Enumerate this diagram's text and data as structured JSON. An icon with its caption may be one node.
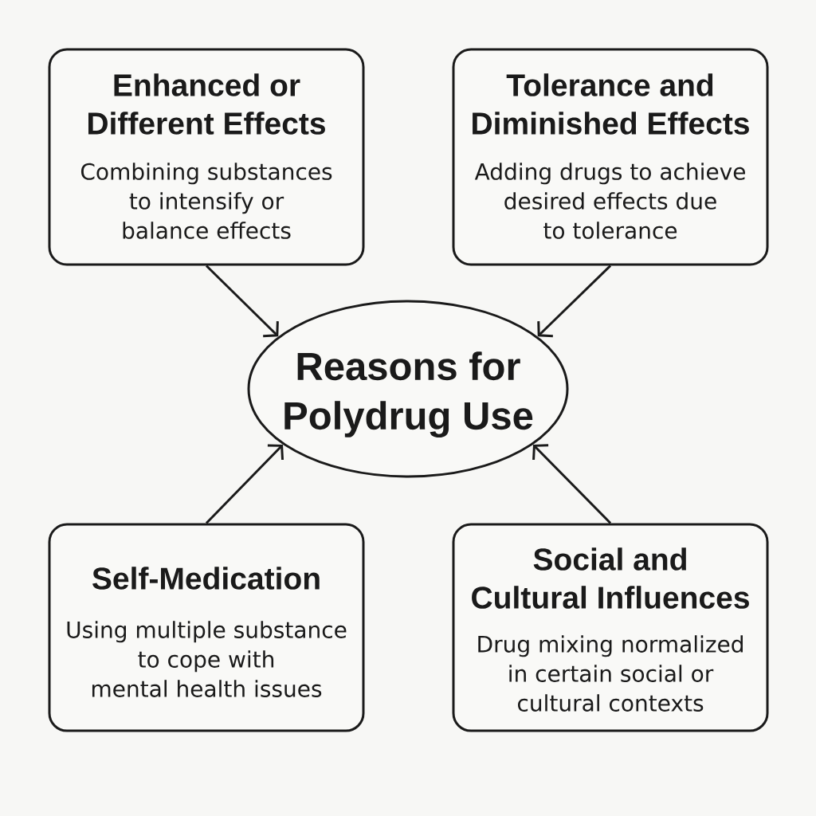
{
  "diagram": {
    "nodes": [
      {
        "text": [
          "Enhanced or Different Effects",
          "Combining substances to intensify or balance effects"
        ]
      },
      {
        "text": [
          "Tolerance and Diminished Effects",
          "Adding drugs to achieve desired effects due to tolerance"
        ]
      },
      {
        "text": [
          "Reasons for Polydrug Use"
        ]
      },
      {
        "text": [
          "Self-Medication",
          "Using multiple substance to cope with mental health issues"
        ]
      },
      {
        "text": [
          "Social and Cultural Influences",
          "Drug mixing normalized in certain social or cultural contexts"
        ]
      }
    ],
    "edges": [
      {
        "from": 0,
        "to": 2,
        "arrow": "to"
      },
      {
        "from": 1,
        "to": 2,
        "arrow": "to"
      },
      {
        "from": 3,
        "to": 2,
        "arrow": "to"
      },
      {
        "from": 4,
        "to": 2,
        "arrow": "to"
      }
    ]
  }
}
